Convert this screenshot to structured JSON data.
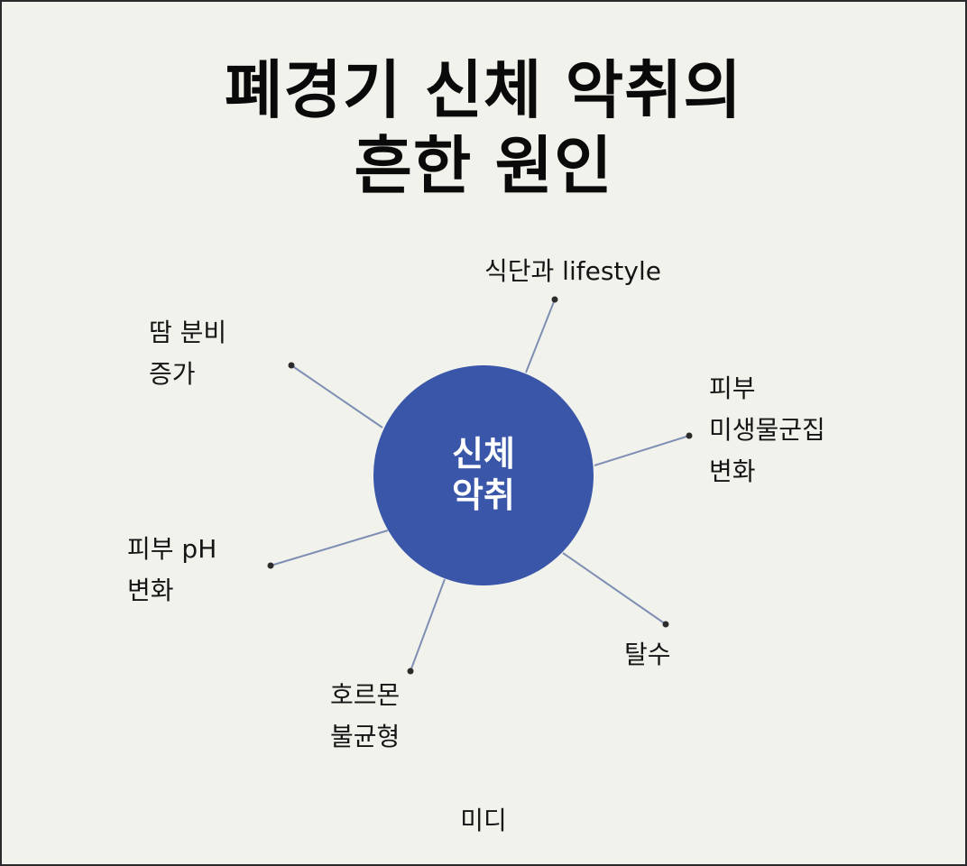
{
  "title": {
    "line1": "폐경기 신체 악취의",
    "line2": "흔한 원인"
  },
  "hub": {
    "line1": "신체",
    "line2": "악취",
    "color": "#3a56a8"
  },
  "connector_color": "#7f8fb4",
  "dot_color": "#2b2b2b",
  "nodes": [
    {
      "id": "diet",
      "lines": [
        "식단과 lifestyle"
      ]
    },
    {
      "id": "sweat",
      "lines": [
        "땀 분비",
        "증가"
      ]
    },
    {
      "id": "microbiome",
      "lines": [
        "피부",
        "미생물군집",
        "변화"
      ]
    },
    {
      "id": "ph",
      "lines": [
        "피부 pH",
        "변화"
      ]
    },
    {
      "id": "hormone",
      "lines": [
        "호르몬",
        "불균형"
      ]
    },
    {
      "id": "dehydration",
      "lines": [
        "탈수"
      ]
    }
  ],
  "footer": "미디"
}
